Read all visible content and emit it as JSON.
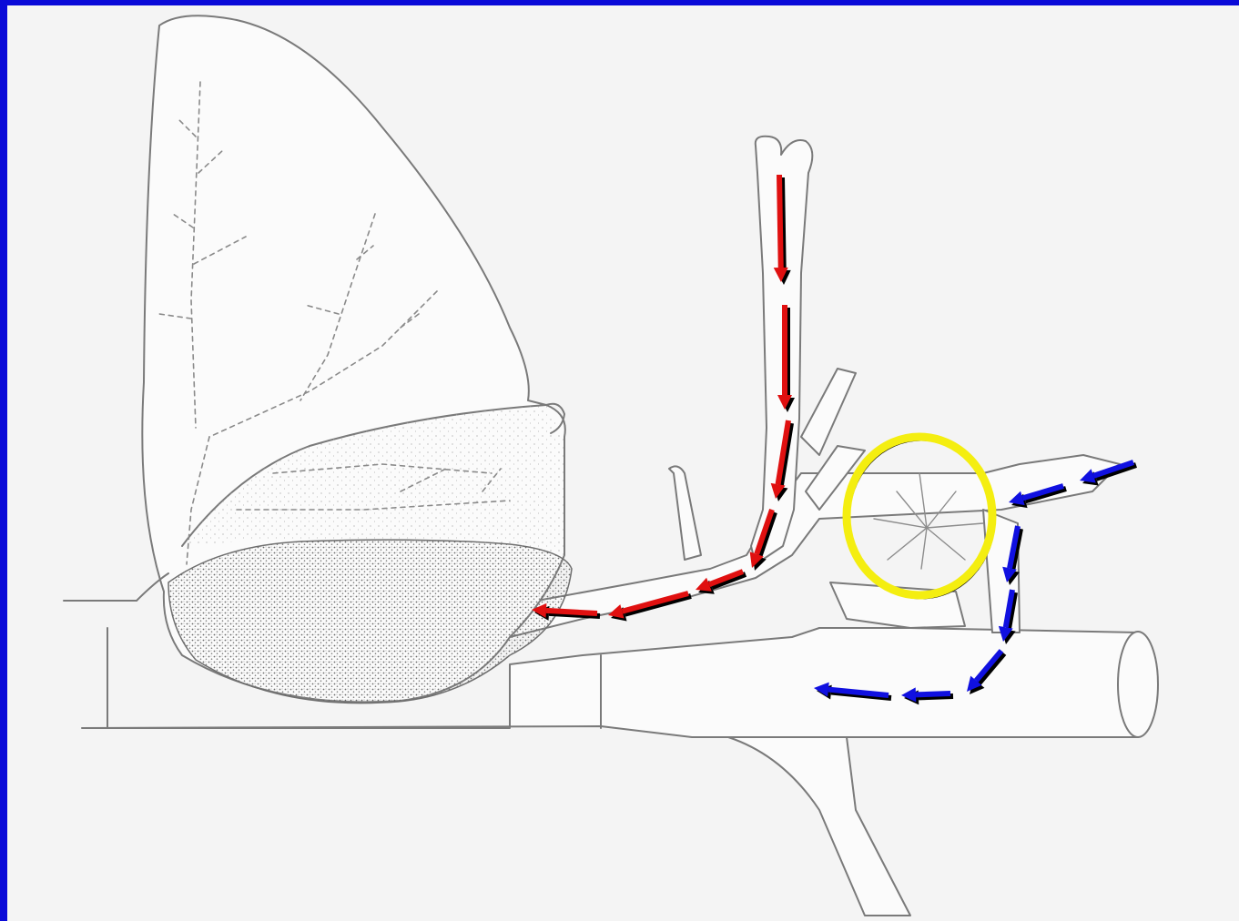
{
  "colors": {
    "frame": "#0a0ad8",
    "paper": "#f4f4f4",
    "drawing": "#7a7a7a",
    "red_arrow": "#e01010",
    "blue_arrow": "#1010e0",
    "highlight_circle": "#f4ee10"
  },
  "diagram": {
    "elements": [
      "lung-outline",
      "pulmonary-vessel-network",
      "stippled-lower-region",
      "vertical-vessel",
      "horizontal-vessel",
      "descending-vessel",
      "red-flow-arrows",
      "blue-flow-arrows",
      "yellow-highlight-circle"
    ]
  }
}
